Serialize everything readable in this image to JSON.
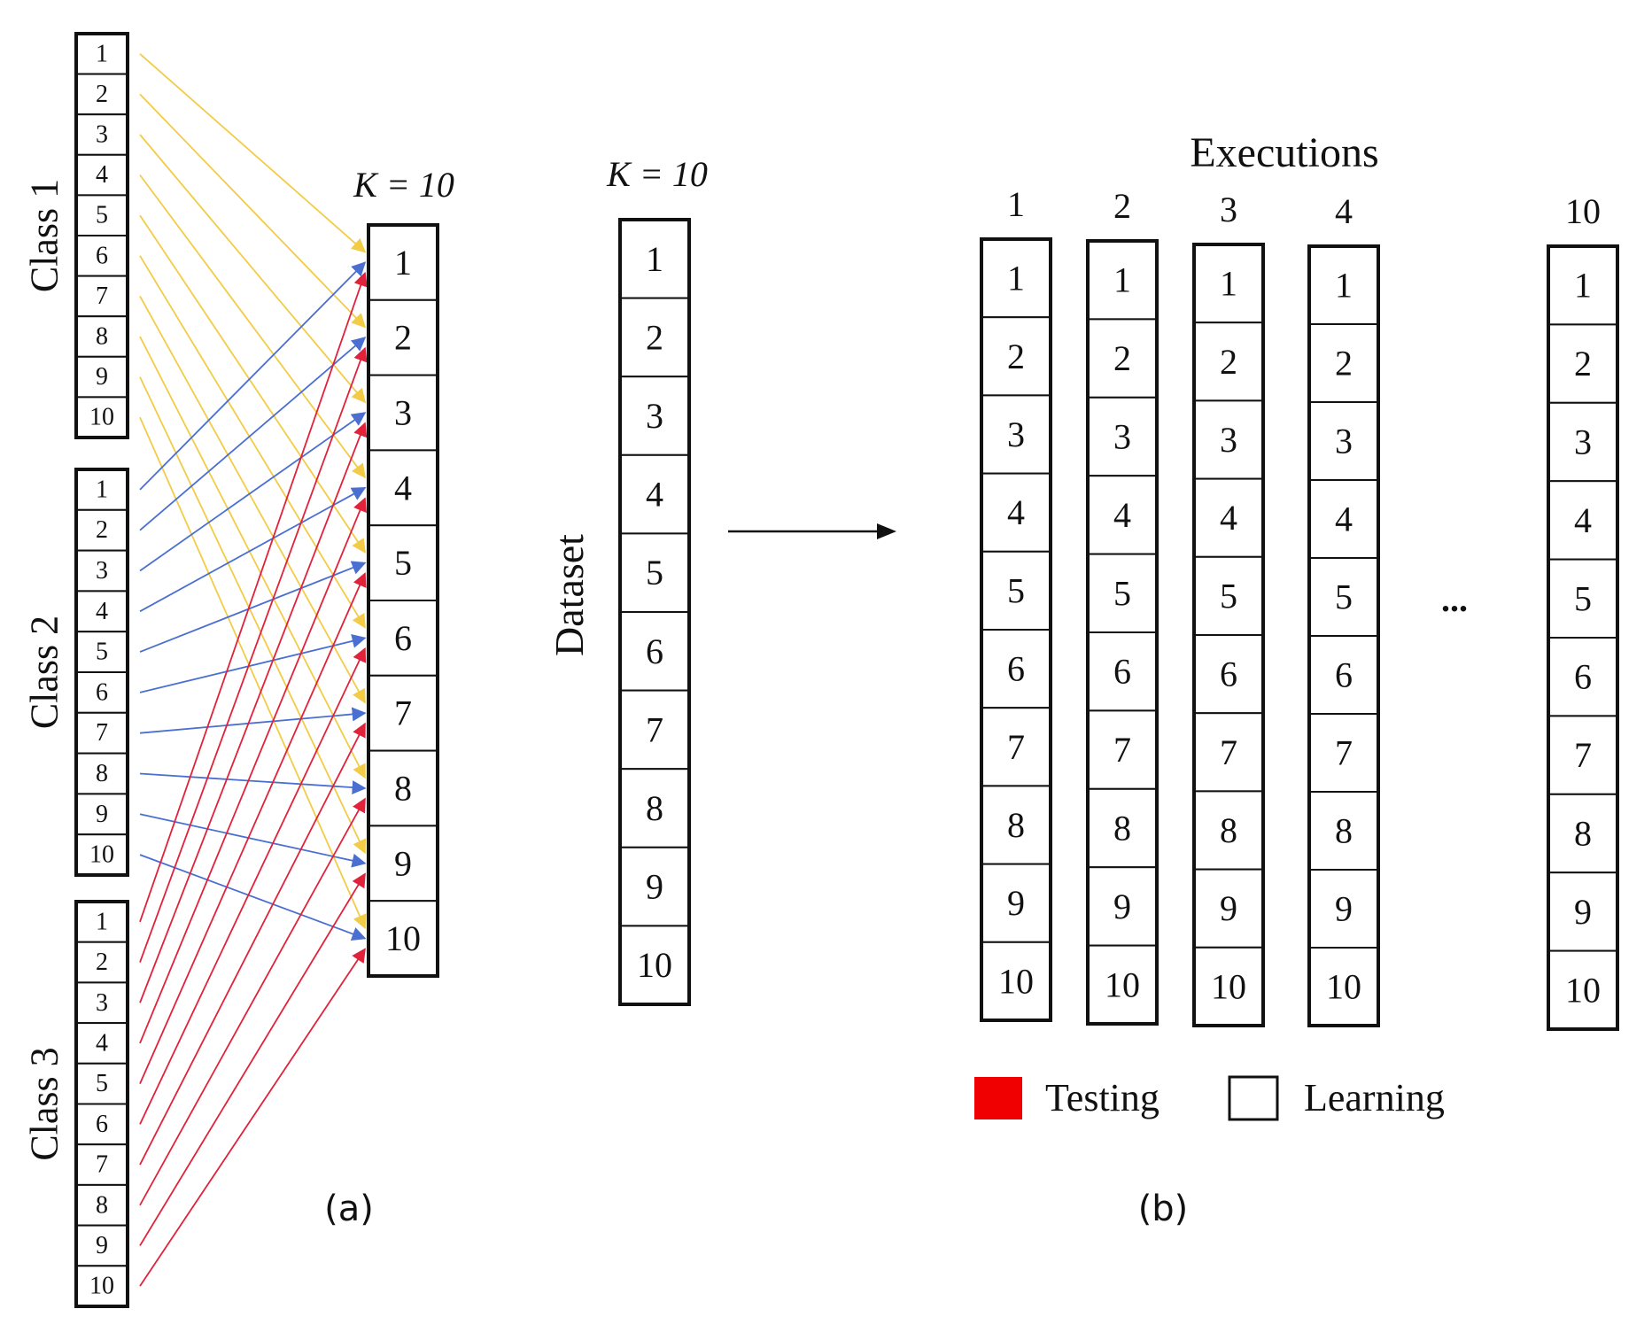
{
  "panel_a": {
    "caption": "(a)",
    "heading": "K = 10",
    "classes": [
      {
        "label": "Class 1",
        "color": "#f2cc47",
        "cells": [
          "1",
          "2",
          "3",
          "4",
          "5",
          "6",
          "7",
          "8",
          "9",
          "10"
        ]
      },
      {
        "label": "Class 2",
        "color": "#4a6fd0",
        "cells": [
          "1",
          "2",
          "3",
          "4",
          "5",
          "6",
          "7",
          "8",
          "9",
          "10"
        ]
      },
      {
        "label": "Class 3",
        "color": "#e0223a",
        "cells": [
          "1",
          "2",
          "3",
          "4",
          "5",
          "6",
          "7",
          "8",
          "9",
          "10"
        ]
      }
    ],
    "folds": [
      "1",
      "2",
      "3",
      "4",
      "5",
      "6",
      "7",
      "8",
      "9",
      "10"
    ]
  },
  "panel_b": {
    "caption": "(b)",
    "dataset_heading": "K = 10",
    "dataset_label": "Dataset",
    "dataset_cells": [
      "1",
      "2",
      "3",
      "4",
      "5",
      "6",
      "7",
      "8",
      "9",
      "10"
    ],
    "executions_title": "Executions",
    "ellipsis": "...",
    "executions": [
      {
        "label": "1",
        "test_fold": 10,
        "cells": [
          "1",
          "2",
          "3",
          "4",
          "5",
          "6",
          "7",
          "8",
          "9",
          "10"
        ]
      },
      {
        "label": "2",
        "test_fold": 9,
        "cells": [
          "1",
          "2",
          "3",
          "4",
          "5",
          "6",
          "7",
          "8",
          "9",
          "10"
        ]
      },
      {
        "label": "3",
        "test_fold": 8,
        "cells": [
          "1",
          "2",
          "3",
          "4",
          "5",
          "6",
          "7",
          "8",
          "9",
          "10"
        ]
      },
      {
        "label": "4",
        "test_fold": 6,
        "cells": [
          "1",
          "2",
          "3",
          "4",
          "5",
          "6",
          "7",
          "8",
          "9",
          "10"
        ]
      },
      {
        "label": "10",
        "test_fold": 1,
        "cells": [
          "1",
          "2",
          "3",
          "4",
          "5",
          "6",
          "7",
          "8",
          "9",
          "10"
        ]
      }
    ],
    "legend": [
      {
        "label": "Testing",
        "color": "#f00000"
      },
      {
        "label": "Learning",
        "color": "#ffffff"
      }
    ]
  }
}
